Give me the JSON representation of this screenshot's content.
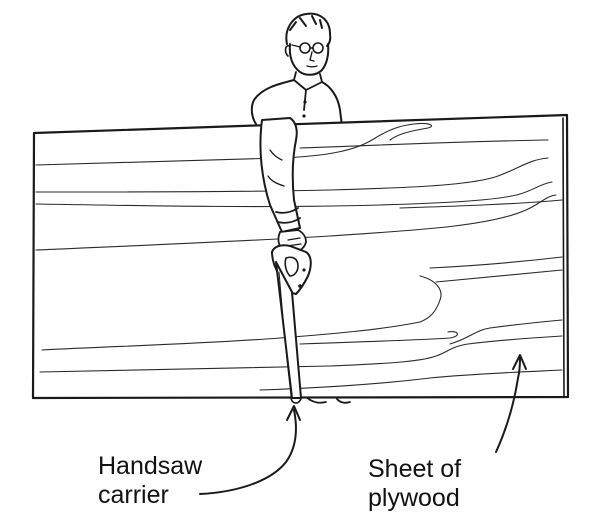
{
  "labels": {
    "handsaw_line1": "Handsaw",
    "handsaw_line2": "carrier",
    "plywood_line1": "Sheet of",
    "plywood_line2": "plywood"
  },
  "colors": {
    "ink": "#1a1a1a",
    "background": "#ffffff",
    "sheet_fill": "#ffffff"
  }
}
